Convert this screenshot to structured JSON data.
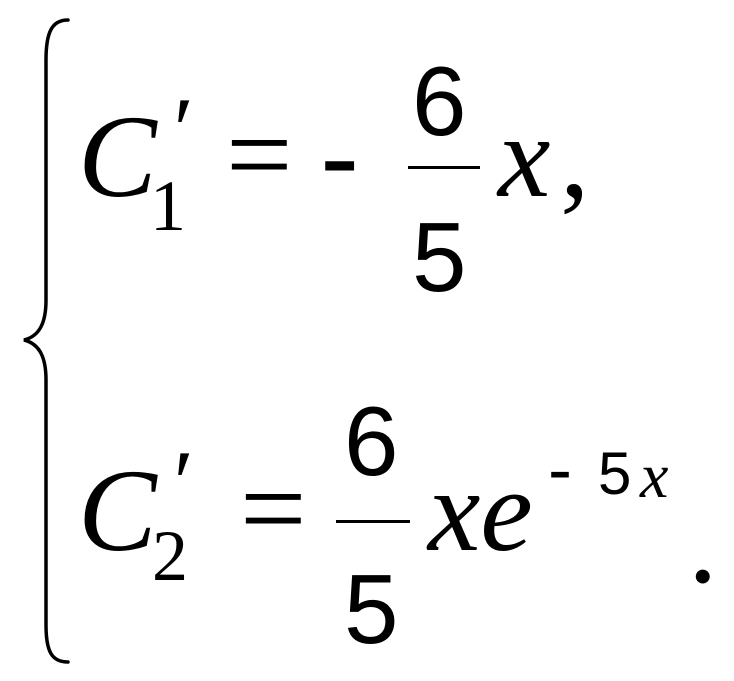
{
  "equation_system": {
    "row1": {
      "variable": "C",
      "subscript": "1",
      "prime": "′",
      "equals": "=",
      "sign": "-",
      "numerator": "6",
      "denominator": "5",
      "factor": "x",
      "punctuation": ","
    },
    "row2": {
      "variable": "C",
      "subscript": "2",
      "prime": "′",
      "equals": "=",
      "numerator": "6",
      "denominator": "5",
      "factor": "xe",
      "exp_sign": "-",
      "exp_coeff": "5",
      "exp_var": "x",
      "punctuation": "."
    }
  }
}
